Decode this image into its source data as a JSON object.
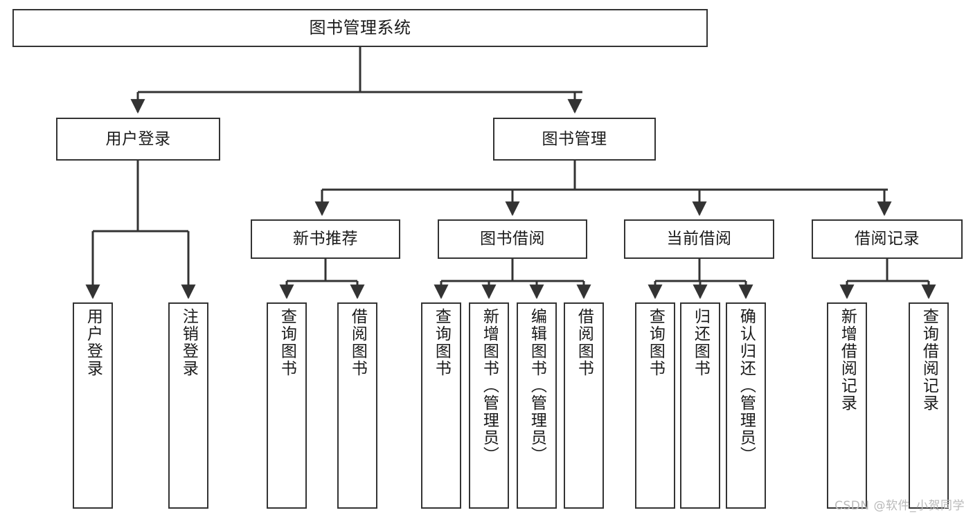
{
  "diagram": {
    "type": "tree",
    "title": "图书管理系统",
    "colors": {
      "background": "#ffffff",
      "node_border": "#333333",
      "node_fill": "#ffffff",
      "connector": "#333333",
      "text": "#1a1a1a",
      "watermark": "#b9b9b9"
    },
    "root": {
      "label": "图书管理系统"
    },
    "level2": [
      {
        "label": "用户登录"
      },
      {
        "label": "图书管理"
      }
    ],
    "level3": [
      {
        "label": "新书推荐"
      },
      {
        "label": "图书借阅"
      },
      {
        "label": "当前借阅"
      },
      {
        "label": "借阅记录"
      }
    ],
    "leaves": {
      "user_login": [
        {
          "label": "用户登录"
        },
        {
          "label": "注销登录"
        }
      ],
      "new_book": [
        {
          "label": "查询图书"
        },
        {
          "label": "借阅图书"
        }
      ],
      "book_borrow": [
        {
          "label": "查询图书"
        },
        {
          "label": "新增图书（管理员）"
        },
        {
          "label": "编辑图书（管理员）"
        },
        {
          "label": "借阅图书"
        }
      ],
      "current_borrow": [
        {
          "label": "查询图书"
        },
        {
          "label": "归还图书"
        },
        {
          "label": "确认归还（管理员）"
        }
      ],
      "borrow_record": [
        {
          "label": "新增借阅记录"
        },
        {
          "label": "查询借阅记录"
        }
      ]
    }
  },
  "watermark": {
    "text": "CSDN @软件_小贺同学"
  }
}
